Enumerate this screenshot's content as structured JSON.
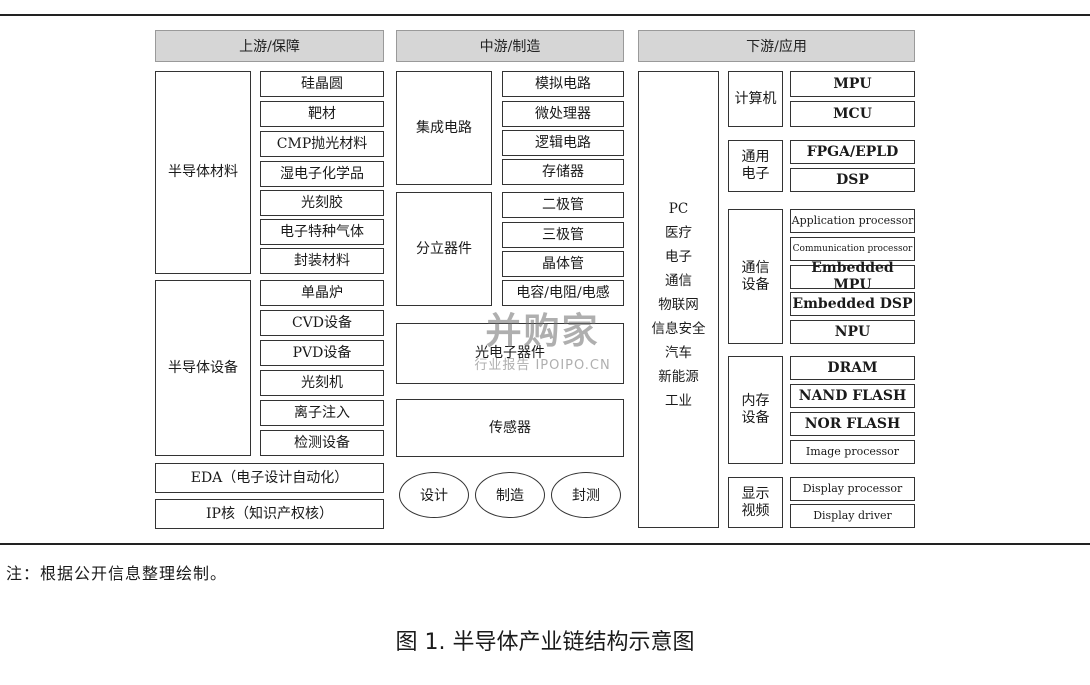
{
  "headers": {
    "upstream": "上游/保障",
    "midstream": "中游/制造",
    "downstream": "下游/应用"
  },
  "upstream": {
    "materials_group": "半导体材料",
    "materials": [
      "硅晶圆",
      "靶材",
      "CMP抛光材料",
      "湿电子化学品",
      "光刻胶",
      "电子特种气体",
      "封装材料"
    ],
    "equipment_group": "半导体设备",
    "equipment": [
      "单晶炉",
      "CVD设备",
      "PVD设备",
      "光刻机",
      "离子注入",
      "检测设备"
    ],
    "eda": "EDA（电子设计自动化）",
    "ip": "IP核（知识产权核）"
  },
  "midstream": {
    "ic_group": "集成电路",
    "ic": [
      "模拟电路",
      "微处理器",
      "逻辑电路",
      "存储器"
    ],
    "discrete_group": "分立器件",
    "discrete": [
      "二极管",
      "三极管",
      "晶体管",
      "电容/电阻/电感"
    ],
    "optoelectronic": "光电子器件",
    "sensor": "传感器",
    "processes": [
      "设计",
      "制造",
      "封测"
    ]
  },
  "downstream": {
    "applications": [
      "PC",
      "医疗",
      "电子",
      "通信",
      "物联网",
      "信息安全",
      "汽车",
      "新能源",
      "工业"
    ],
    "computer_group": "计算机",
    "computer": [
      "MPU",
      "MCU"
    ],
    "general_group": "通用\n电子",
    "general": [
      "FPGA/EPLD",
      "DSP"
    ],
    "comm_group": "通信\n设备",
    "comm": [
      "Application processor",
      "Communication processor",
      "Embedded MPU",
      "Embedded DSP",
      "NPU"
    ],
    "memory_group": "内存\n设备",
    "memory": [
      "DRAM",
      "NAND FLASH",
      "NOR FLASH",
      "Image processor"
    ],
    "display_group": "显示\n视频",
    "display": [
      "Display processor",
      "Display driver"
    ]
  },
  "watermark": {
    "main": "并购家",
    "sub": "行业报告 IPOIPO.CN"
  },
  "note": "注：根据公开信息整理绘制。",
  "caption": "图 1. 半导体产业链结构示意图"
}
